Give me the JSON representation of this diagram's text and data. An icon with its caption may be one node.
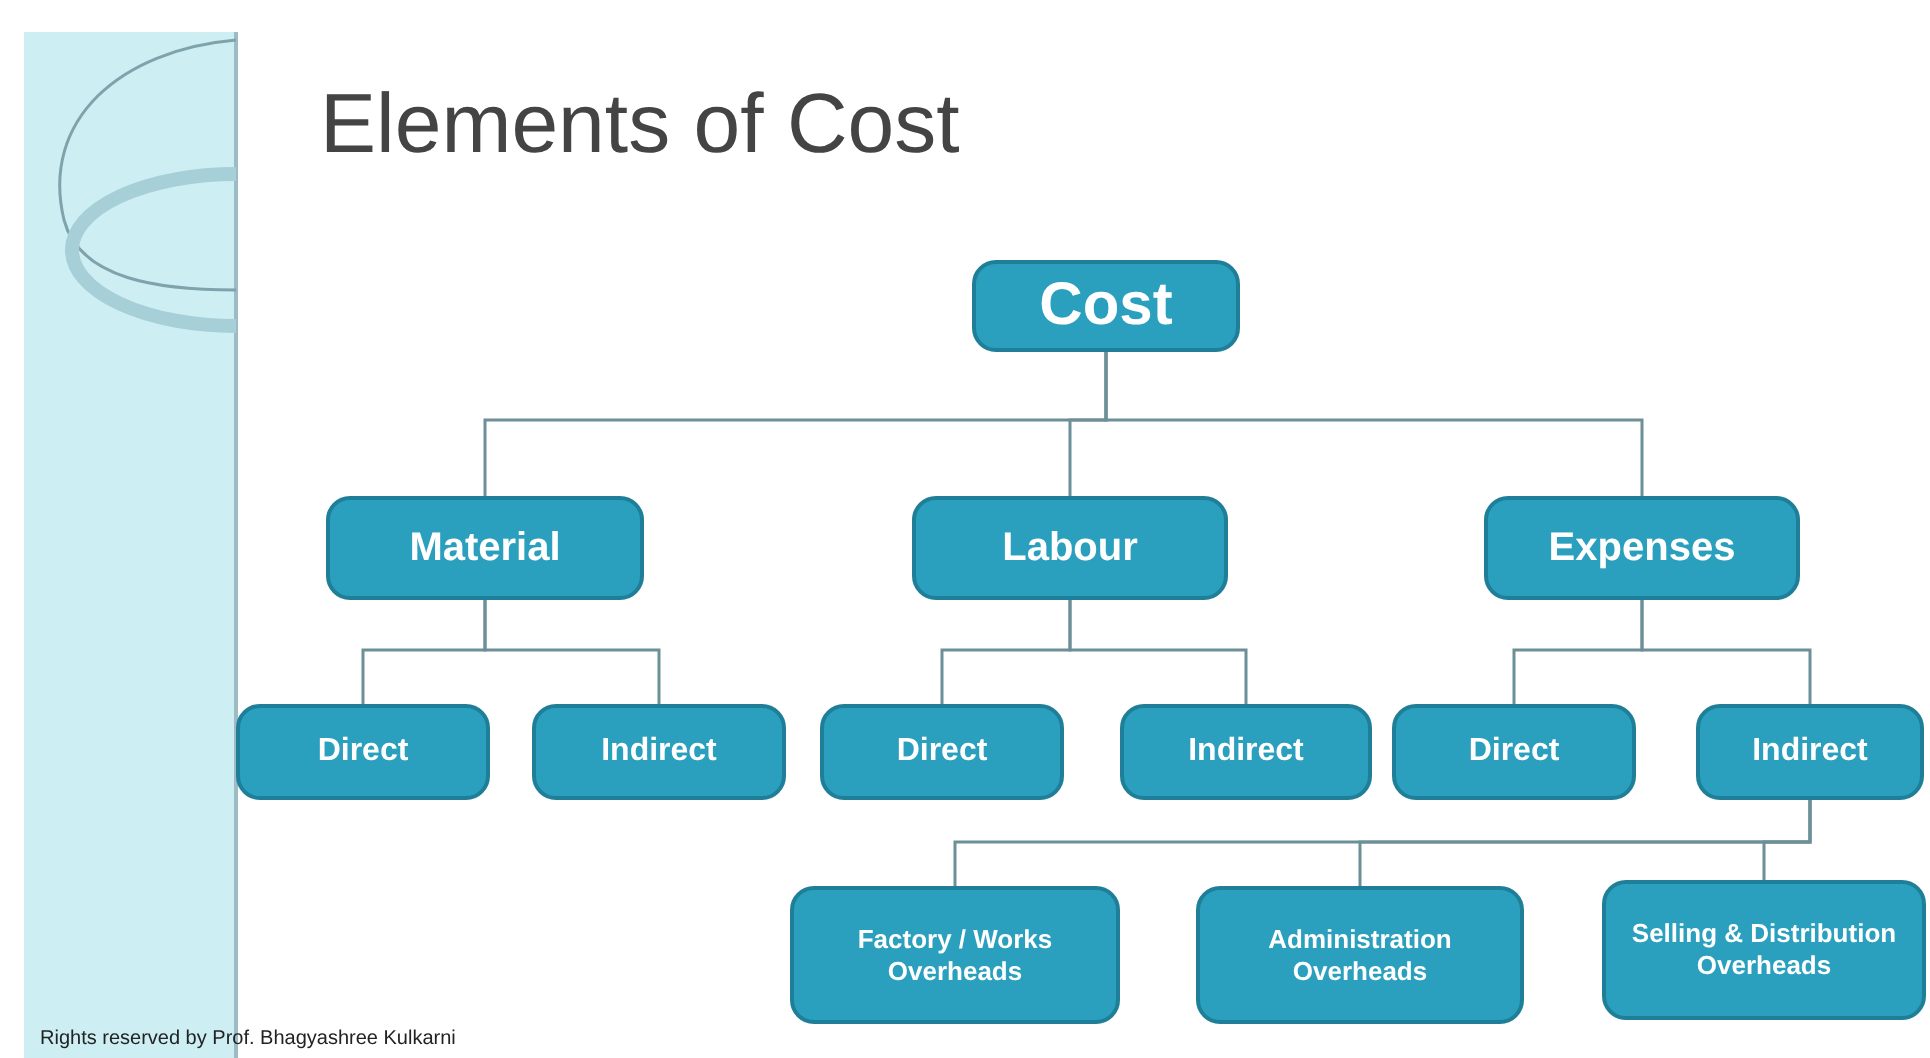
{
  "diagram": {
    "title": "Elements of Cost",
    "nodes": [
      {
        "text": [
          "Cost"
        ]
      },
      {
        "text": [
          "Material"
        ]
      },
      {
        "text": [
          "Labour"
        ]
      },
      {
        "text": [
          "Expenses"
        ]
      },
      {
        "text": [
          "Direct"
        ]
      },
      {
        "text": [
          "Indirect"
        ]
      },
      {
        "text": [
          "Direct"
        ]
      },
      {
        "text": [
          "Indirect"
        ]
      },
      {
        "text": [
          "Direct"
        ]
      },
      {
        "text": [
          "Indirect"
        ]
      },
      {
        "text": [
          "Factory / Works Overheads"
        ]
      },
      {
        "text": [
          "Administration Overheads"
        ]
      },
      {
        "text": [
          "Selling & Distribution Overheads"
        ]
      }
    ],
    "edges": [
      {
        "from": 0,
        "to": 1,
        "arrow": "none"
      },
      {
        "from": 0,
        "to": 2,
        "arrow": "none"
      },
      {
        "from": 0,
        "to": 3,
        "arrow": "none"
      },
      {
        "from": 1,
        "to": 4,
        "arrow": "none"
      },
      {
        "from": 1,
        "to": 5,
        "arrow": "none"
      },
      {
        "from": 2,
        "to": 6,
        "arrow": "none"
      },
      {
        "from": 2,
        "to": 7,
        "arrow": "none"
      },
      {
        "from": 3,
        "to": 8,
        "arrow": "none"
      },
      {
        "from": 3,
        "to": 9,
        "arrow": "none"
      },
      {
        "from": 9,
        "to": 10,
        "arrow": "none"
      },
      {
        "from": 9,
        "to": 11,
        "arrow": "none"
      },
      {
        "from": 9,
        "to": 12,
        "arrow": "none"
      }
    ],
    "labels": [
      "Rights reserved by Prof. Bhagyashree Kulkarni"
    ]
  }
}
